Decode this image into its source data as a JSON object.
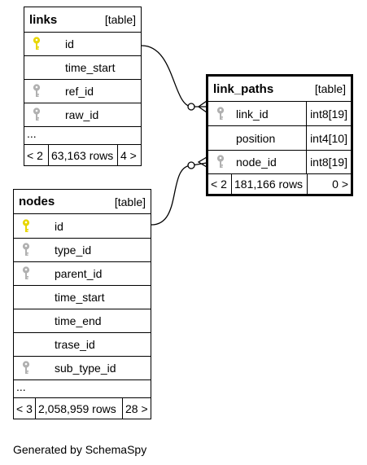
{
  "tables": {
    "links": {
      "name": "links",
      "kind": "[table]",
      "columns": [
        {
          "name": "id",
          "key": "primary"
        },
        {
          "name": "time_start",
          "key": "none"
        },
        {
          "name": "ref_id",
          "key": "foreign"
        },
        {
          "name": "raw_id",
          "key": "foreign"
        }
      ],
      "ellipsis": "...",
      "footer": {
        "parents": "< 2",
        "rows": "63,163 rows",
        "children": "4 >"
      }
    },
    "link_paths": {
      "name": "link_paths",
      "kind": "[table]",
      "columns": [
        {
          "name": "link_id",
          "type": "int8[19]",
          "key": "foreign"
        },
        {
          "name": "position",
          "type": "int4[10]",
          "key": "none"
        },
        {
          "name": "node_id",
          "type": "int8[19]",
          "key": "foreign"
        }
      ],
      "footer": {
        "parents": "< 2",
        "rows": "181,166 rows",
        "children": "0 >"
      }
    },
    "nodes": {
      "name": "nodes",
      "kind": "[table]",
      "columns": [
        {
          "name": "id",
          "key": "primary"
        },
        {
          "name": "type_id",
          "key": "foreign"
        },
        {
          "name": "parent_id",
          "key": "foreign"
        },
        {
          "name": "time_start",
          "key": "none"
        },
        {
          "name": "time_end",
          "key": "none"
        },
        {
          "name": "trase_id",
          "key": "none"
        },
        {
          "name": "sub_type_id",
          "key": "foreign"
        }
      ],
      "ellipsis": "...",
      "footer": {
        "parents": "< 3",
        "rows": "2,058,959 rows",
        "children": "28 >"
      }
    }
  },
  "relations": [
    {
      "from": "links.id",
      "to": "link_paths.link_id"
    },
    {
      "from": "nodes.id",
      "to": "link_paths.node_id"
    }
  ],
  "icons": {
    "primary": "key-icon-gold",
    "foreign": "key-icon-gray"
  },
  "colors": {
    "primary_key": "#e8d600",
    "foreign_key": "#b0b0b0"
  },
  "credit": "Generated by SchemaSpy"
}
